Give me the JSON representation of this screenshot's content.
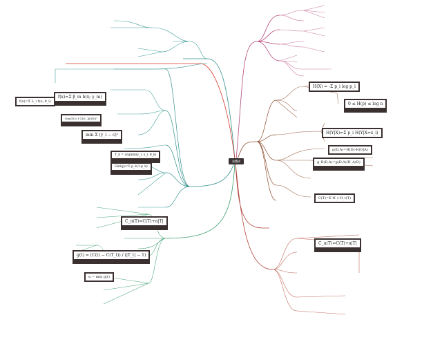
{
  "center": {
    "label": "决策树"
  },
  "formulas": {
    "tree_model": "f(x)=Σ λ_i f(x; θ_i)",
    "boost_model": "f(x)=Σ β_m b(x; γ_m)",
    "entropy": "H(X) = -Σ p_i log p_i",
    "entropy_bound": "0 ≤ H(p) ≤ log n",
    "cond_entropy": "H(Y|X)=Σ p_i H(Y|X=x_i)",
    "info_gain": "g(D,A)=H(D)-H(D|A)",
    "gain_ratio": "g_R(D,A)=g(D,A)/H_A(D)",
    "gini": "Gini(p)=Σ p_k(1-p_k)",
    "gini_left": "Gini(D)=1-Σ(|C_k|/|D|)²",
    "loss_right": "C_α(T)=C(T)+α|T|",
    "loss_left": "C_α(T)=C(T)+α|T|",
    "empirical": "C(T)=Σ N_t H_t(T)",
    "prune_g": "g(t) = (C(t) − C(T_t)) / (|T_t| − 1)",
    "alpha_min": "α = min g(t)",
    "cart_sq": "min Σ (y_i − c)²",
    "dataset": "T_k = argmin(y_i, x_i, θ_k)"
  }
}
